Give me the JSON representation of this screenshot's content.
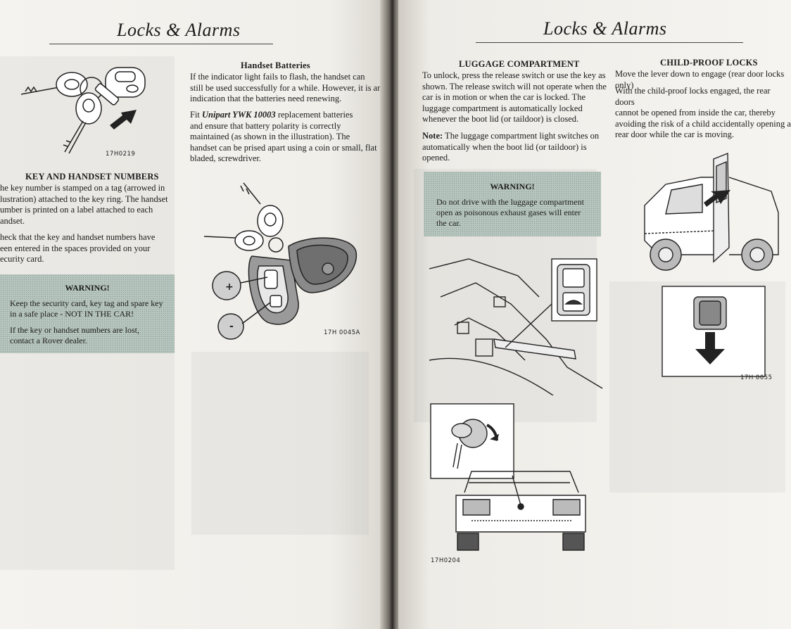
{
  "left_page": {
    "title": "Locks & Alarms",
    "fig1_label": "17H0219",
    "key_numbers": {
      "heading": "KEY AND HANDSET NUMBERS",
      "p1": [
        "he key number is stamped on a tag (arrowed in",
        "lustration) attached to the key ring. The handset",
        "umber is printed on a label attached to each",
        "andset."
      ],
      "p2": [
        "heck that the key and handset numbers have",
        "een entered in the spaces provided on your",
        "ecurity card."
      ]
    },
    "warning": {
      "title": "WARNING!",
      "p1": [
        "Keep the security card, key tag and spare key",
        "in a safe place - NOT IN THE CAR!"
      ],
      "p2": [
        "If the key or handset numbers are lost,",
        "contact a Rover dealer."
      ]
    },
    "batteries": {
      "heading": "Handset Batteries",
      "p1": [
        "If the indicator light fails to flash, the handset can",
        "still be used successfully for a while. However, it is an",
        "indication that the batteries need renewing."
      ],
      "p2_prefix": "Fit ",
      "p2_part": "Unipart YWK 10003",
      "p2_suffix": " replacement batteries",
      "p2_rest": [
        "and ensure that battery polarity is correctly",
        "maintained (as shown in the illustration). The",
        "handset can be prised apart using a coin or small, flat",
        "bladed, screwdriver."
      ]
    },
    "fig2_label": "17H 0045A"
  },
  "right_page": {
    "title": "Locks & Alarms",
    "luggage": {
      "heading": "LUGGAGE COMPARTMENT",
      "p1": [
        "To unlock, press the release switch or use the key as",
        "shown. The release switch will not operate when the",
        "car is in motion or when the car is locked. The",
        "luggage compartment is automatically locked",
        "whenever the boot lid (or taildoor) is closed."
      ],
      "note_label": "Note:",
      "note": [
        " The luggage compartment light switches on",
        "automatically when the boot lid (or taildoor) is",
        "opened."
      ]
    },
    "warning": {
      "title": "WARNING!",
      "p1": [
        "Do not drive with the luggage compartment",
        "open as poisonous exhaust gases will enter",
        "the car."
      ]
    },
    "child_proof": {
      "heading": "CHILD-PROOF LOCKS",
      "p1": [
        "Move the lever down to engage (rear door locks only)"
      ],
      "p2": [
        "With the child-proof locks engaged, the rear doors",
        "cannot be opened from inside the car, thereby",
        "avoiding the risk of a child accidentally opening a",
        "rear door while the car is moving."
      ]
    },
    "fig3_label": "17H0204",
    "fig4_label": "17H 0055"
  }
}
